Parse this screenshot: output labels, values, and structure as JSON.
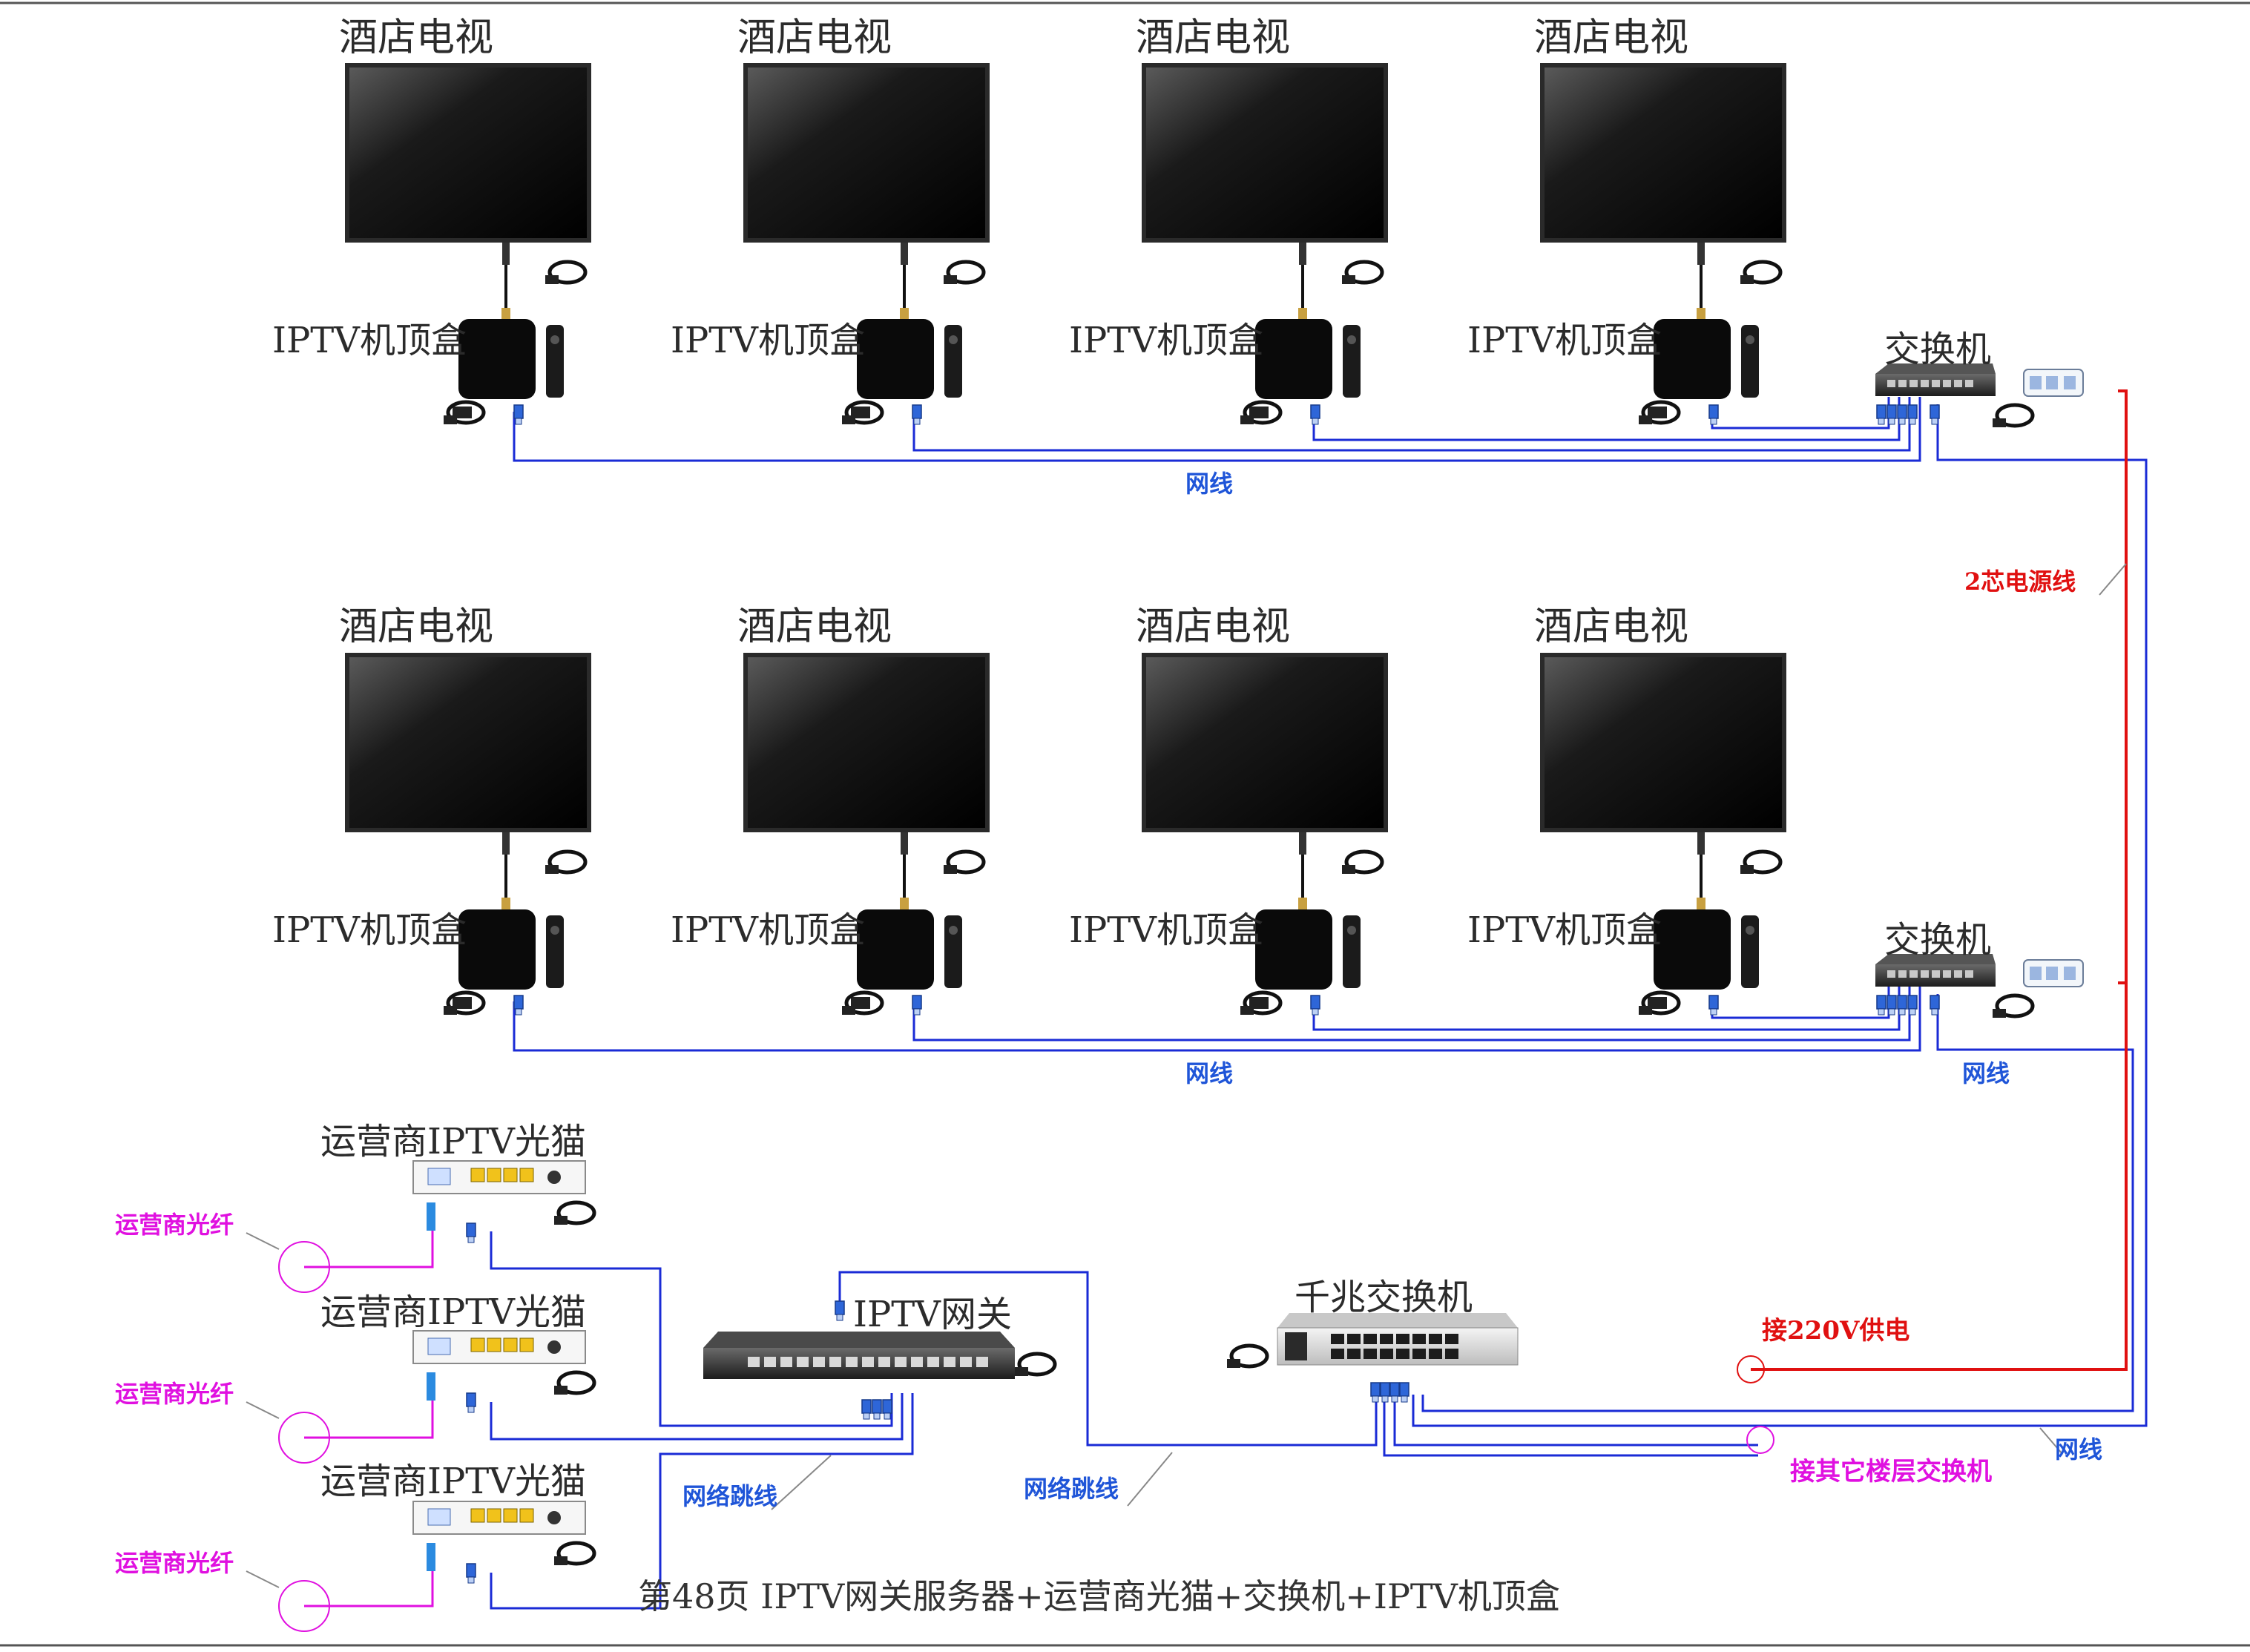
{
  "labels": {
    "tv": "酒店电视",
    "stb": "IPTV机顶盒",
    "switch": "交换机",
    "network_cable": "网线",
    "power_cable_2core": "2芯电源线",
    "modem": "运营商IPTV光猫",
    "isp_fiber": "运营商光纤",
    "gateway": "IPTV网关",
    "gigabit_switch": "千兆交换机",
    "power_220v": "接220V供电",
    "patch_cable": "网络跳线",
    "other_floor": "接其它楼层交换机"
  },
  "footer": {
    "title": "第48页  IPTV网关服务器+运营商光猫+交换机+IPTV机顶盒"
  },
  "colors": {
    "network": "#1a2bd6",
    "network_label": "#1f55d8",
    "power": "#e01010",
    "fiber": "#e010e0",
    "screen_dark": "#0c0c0c",
    "device_black": "#111111"
  }
}
